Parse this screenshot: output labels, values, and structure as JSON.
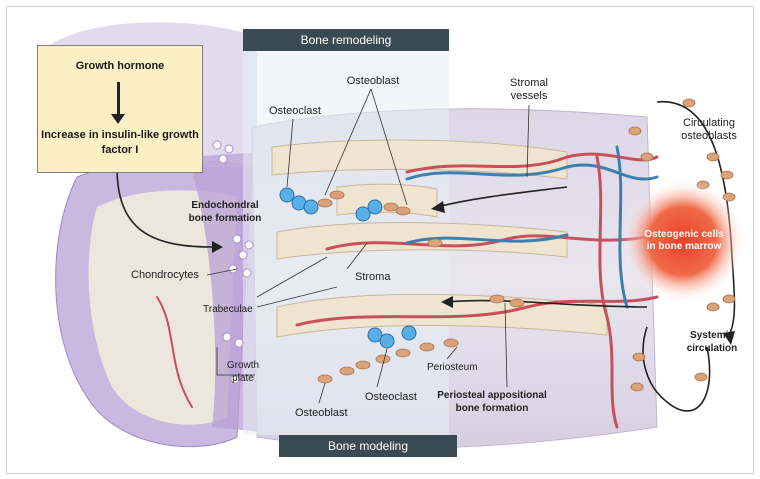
{
  "header_box": {
    "growth_hormone": "Growth hormone",
    "igf": "Increase in insulin-like growth factor I"
  },
  "banners": {
    "remodeling": "Bone remodeling",
    "modeling": "Bone modeling"
  },
  "labels": {
    "osteoclast_top": "Osteoclast",
    "osteoblast_top": "Osteoblast",
    "stromal_vessels": "Stromal vessels",
    "circulating_osteoblasts": "Circulating osteoblasts",
    "endochondral": "Endochondral bone formation",
    "osteogenic_cells": "Osteogenic cells in bone marrow",
    "chondrocytes": "Chondrocytes",
    "stroma": "Stroma",
    "trabeculae": "Trabeculae",
    "systemic_circulation": "Systemic circulation",
    "growth_plate": "Growth plate",
    "periosteum": "Periosteum",
    "osteoclast_bottom": "Osteoclast",
    "periosteal": "Periosteal appositional bone formation",
    "osteoblast_bottom": "Osteoblast"
  },
  "colors": {
    "cartilage": "#c9b8e0",
    "bone": "#efe4cf",
    "artery": "#c8505a",
    "vein": "#3f7fae",
    "osteoclast": "#5aaee8",
    "osteoblast": "#d9a27a",
    "marrow_glow": "#f06040",
    "banner": "#3a4a55",
    "box_fill": "#fbf0c5"
  }
}
